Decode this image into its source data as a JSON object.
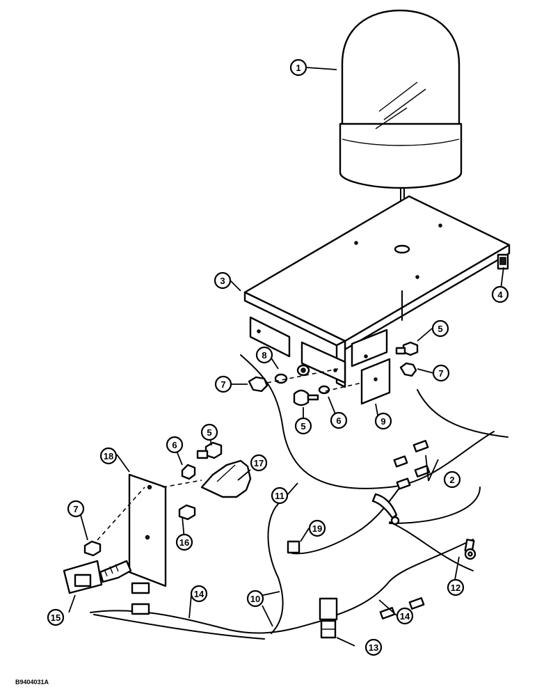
{
  "diagram": {
    "reference_code": "B9404031A",
    "callouts": [
      {
        "id": "c1",
        "label": "1"
      },
      {
        "id": "c2",
        "label": "2"
      },
      {
        "id": "c3",
        "label": "3"
      },
      {
        "id": "c4",
        "label": "4"
      },
      {
        "id": "c5a",
        "label": "5"
      },
      {
        "id": "c5b",
        "label": "5"
      },
      {
        "id": "c5c",
        "label": "5"
      },
      {
        "id": "c6a",
        "label": "6"
      },
      {
        "id": "c6b",
        "label": "6"
      },
      {
        "id": "c7a",
        "label": "7"
      },
      {
        "id": "c7b",
        "label": "7"
      },
      {
        "id": "c7c",
        "label": "7"
      },
      {
        "id": "c8",
        "label": "8"
      },
      {
        "id": "c9",
        "label": "9"
      },
      {
        "id": "c10",
        "label": "10"
      },
      {
        "id": "c11",
        "label": "11"
      },
      {
        "id": "c12",
        "label": "12"
      },
      {
        "id": "c13",
        "label": "13"
      },
      {
        "id": "c14a",
        "label": "14"
      },
      {
        "id": "c14b",
        "label": "14"
      },
      {
        "id": "c15",
        "label": "15"
      },
      {
        "id": "c16",
        "label": "16"
      },
      {
        "id": "c17",
        "label": "17"
      },
      {
        "id": "c18",
        "label": "18"
      },
      {
        "id": "c19",
        "label": "19"
      }
    ]
  }
}
